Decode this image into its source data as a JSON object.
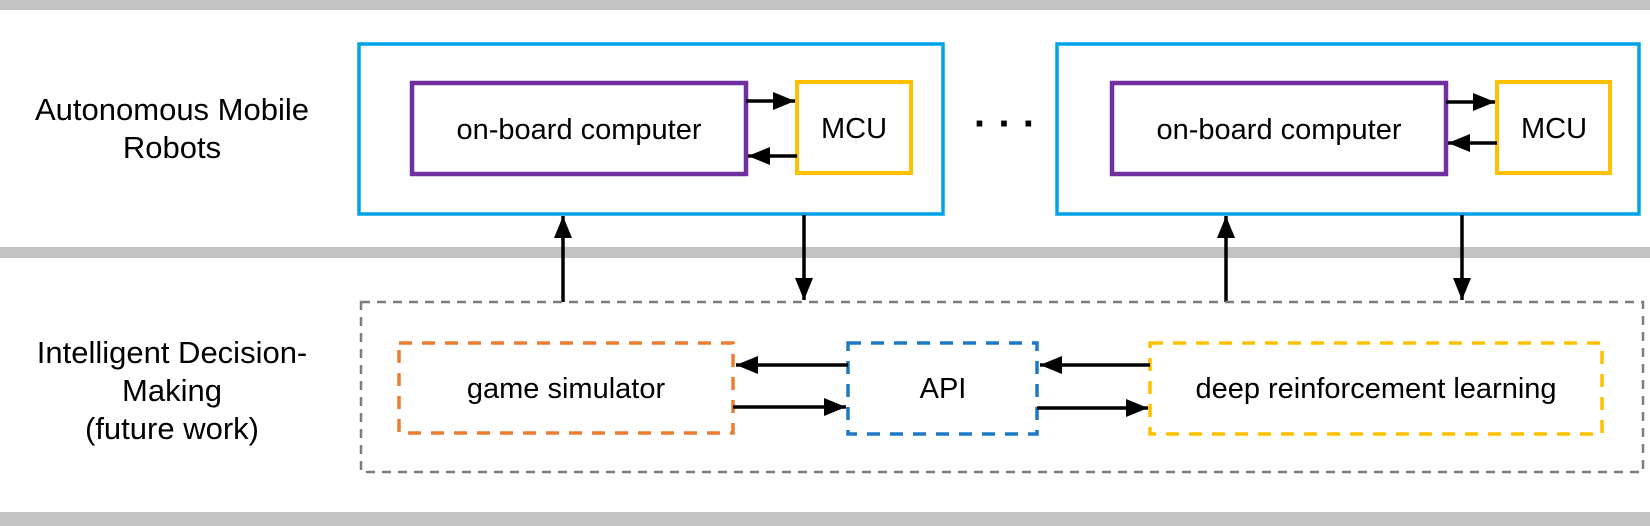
{
  "colors": {
    "robot_frame_cyan": "#00A2E8",
    "computer_purple": "#7030A0",
    "mcu_yellow": "#FFC000",
    "simulator_orange": "#ED7D31",
    "api_blue": "#1E78C8",
    "drl_yellow": "#FFC000",
    "idm_frame_gray": "#7D7D7D",
    "separator_gray": "#C3C3C3",
    "arrow_black": "#000000"
  },
  "robots_section": {
    "label_line1": "Autonomous Mobile",
    "label_line2": "Robots",
    "ellipsis": "· · ·",
    "node1": {
      "computer": "on-board computer",
      "mcu": "MCU"
    },
    "node2": {
      "computer": "on-board computer",
      "mcu": "MCU"
    }
  },
  "idm_section": {
    "label_line1": "Intelligent Decision-",
    "label_line2": "Making",
    "label_line3": "(future work)",
    "simulator": "game simulator",
    "api": "API",
    "drl": "deep reinforcement learning"
  }
}
